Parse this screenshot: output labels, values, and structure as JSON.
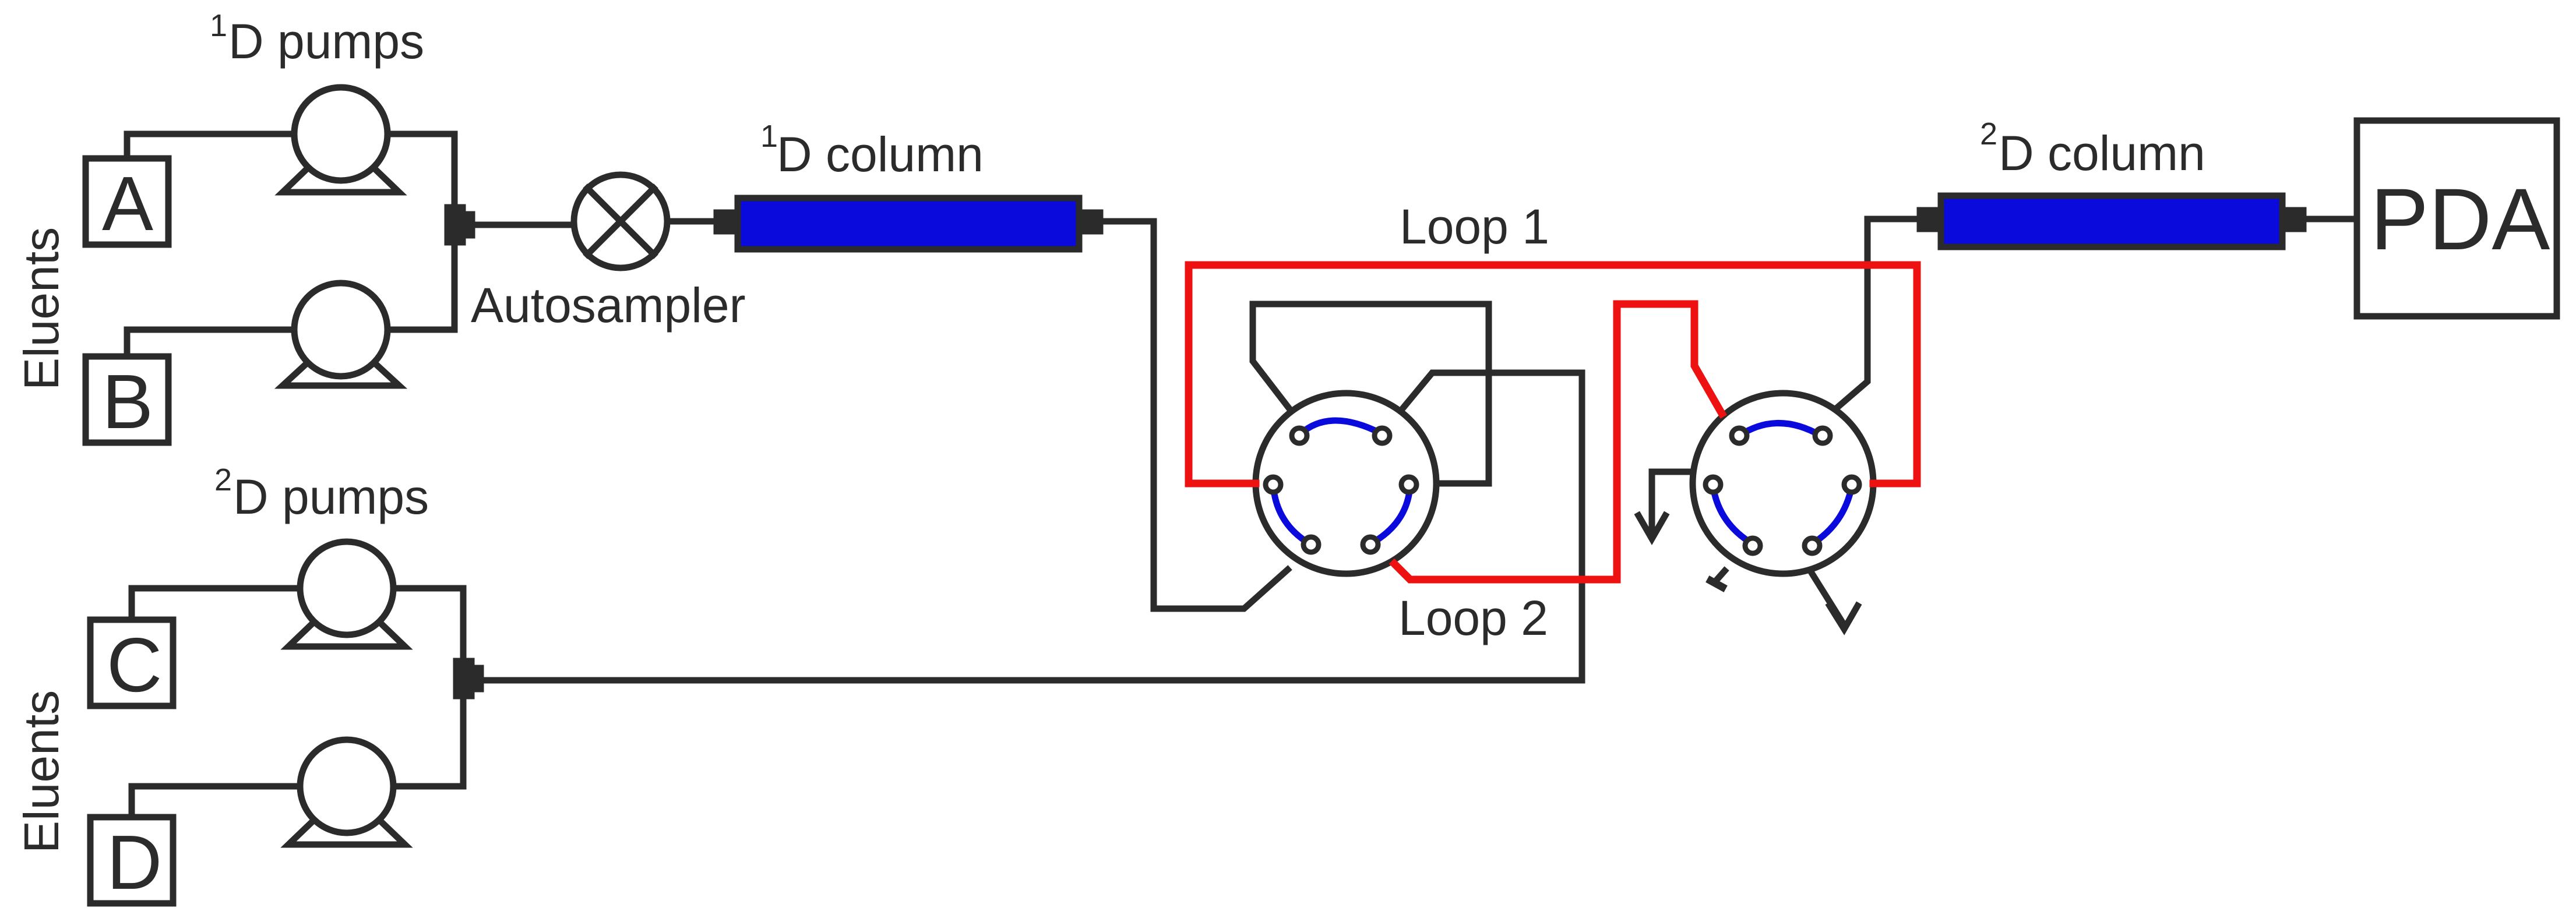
{
  "labels": {
    "d1_pumps_sup": "1",
    "d1_pumps": "D pumps",
    "d2_pumps_sup": "2",
    "d2_pumps": "D pumps",
    "eluents_top": "Eluents",
    "eluents_bottom": "Eluents",
    "autosampler": "Autosampler",
    "column1_sup": "1",
    "column1": "D column",
    "column2_sup": "2",
    "column2": "D column",
    "loop1": "Loop 1",
    "loop2": "Loop 2",
    "detector": "PDA"
  },
  "eluents": [
    "A",
    "B",
    "C",
    "D"
  ],
  "colors": {
    "line": "#2b2b2b",
    "column": "#0a0adc",
    "loop": "#ee1111",
    "valve_channel": "#0a0adc"
  }
}
